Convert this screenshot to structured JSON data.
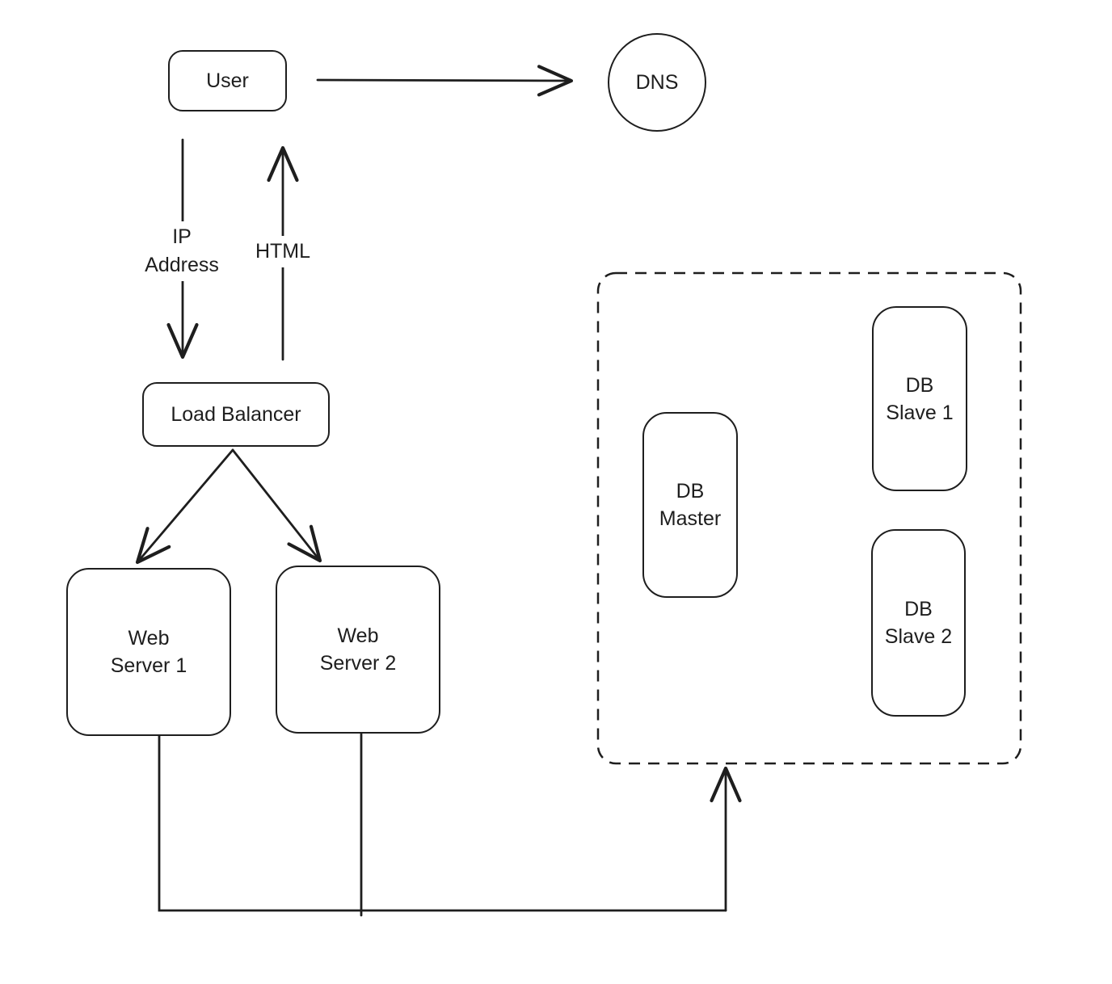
{
  "diagram": {
    "kind": "hand-drawn-system-architecture",
    "nodes": {
      "user": {
        "label": "User"
      },
      "dns": {
        "label": "DNS"
      },
      "load_balancer": {
        "label": "Load Balancer"
      },
      "web_server_1": {
        "line1": "Web",
        "line2": "Server 1"
      },
      "web_server_2": {
        "line1": "Web",
        "line2": "Server 2"
      },
      "db_master": {
        "line1": "DB",
        "line2": "Master"
      },
      "db_slave_1": {
        "line1": "DB",
        "line2": "Slave 1"
      },
      "db_slave_2": {
        "line1": "DB",
        "line2": "Slave 2"
      }
    },
    "edge_labels": {
      "ip_address": {
        "line1": "IP",
        "line2": "Address"
      },
      "html": {
        "label": "HTML"
      }
    },
    "colors": {
      "stroke": "#1e1e1e",
      "background": "#ffffff"
    }
  }
}
